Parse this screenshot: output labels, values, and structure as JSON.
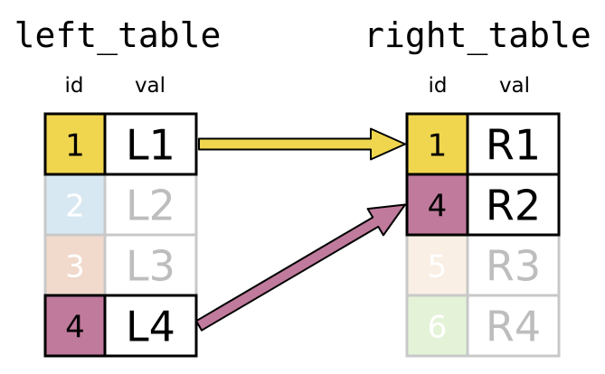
{
  "left_table": {
    "title": "left_table",
    "headers": {
      "id": "id",
      "val": "val"
    },
    "rows": [
      {
        "id": "1",
        "val": "L1",
        "color": "#f0d64f",
        "matched": true
      },
      {
        "id": "2",
        "val": "L2",
        "color": "#d8e8f2",
        "matched": false
      },
      {
        "id": "3",
        "val": "L3",
        "color": "#f1d9cc",
        "matched": false
      },
      {
        "id": "4",
        "val": "L4",
        "color": "#c07a9c",
        "matched": true
      }
    ]
  },
  "right_table": {
    "title": "right_table",
    "headers": {
      "id": "id",
      "val": "val"
    },
    "rows": [
      {
        "id": "1",
        "val": "R1",
        "color": "#f0d64f",
        "matched": true
      },
      {
        "id": "4",
        "val": "R2",
        "color": "#c07a9c",
        "matched": true
      },
      {
        "id": "5",
        "val": "R3",
        "color": "#f9efe4",
        "matched": false
      },
      {
        "id": "6",
        "val": "R4",
        "color": "#e4f3d7",
        "matched": false
      }
    ]
  },
  "links": [
    {
      "from_row": 0,
      "to_row": 0,
      "color": "#f0d64f"
    },
    {
      "from_row": 3,
      "to_row": 1,
      "color": "#c07a9c"
    }
  ],
  "colors": {
    "matched_border": "#000000",
    "unmatched_border": "#c8c8c8",
    "unmatched_text": "#bdbdbd",
    "text": "#000000"
  }
}
